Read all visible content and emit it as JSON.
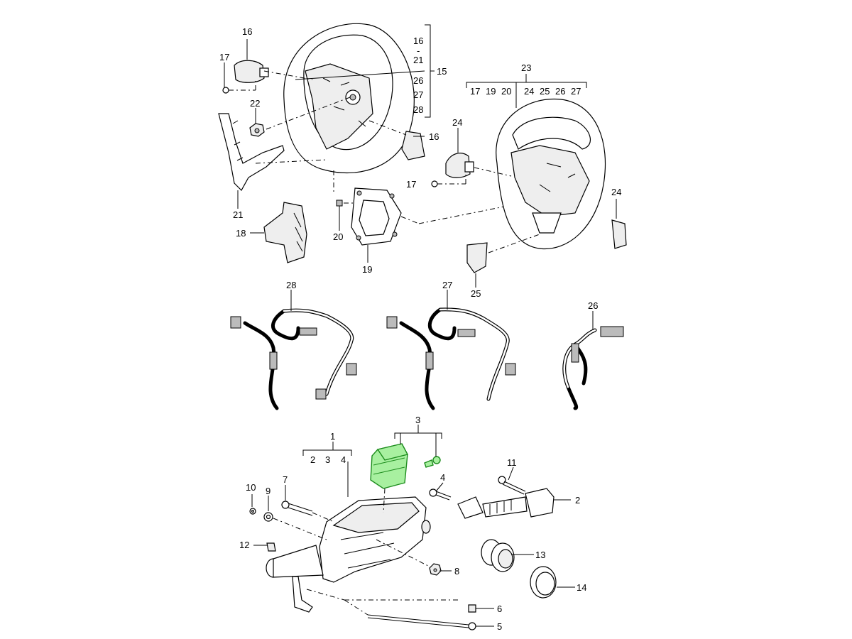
{
  "diagram": {
    "labels": {
      "p16a": "16",
      "p17a": "17",
      "p22": "22",
      "p21": "21",
      "p18": "18",
      "p20": "20",
      "p19": "19",
      "p15": "15",
      "p16b": "16",
      "p24a": "24",
      "p17b": "17",
      "p24b": "24",
      "p25": "25",
      "p23": "23",
      "p28": "28",
      "p27": "27",
      "p26": "26",
      "p1": "1",
      "p3": "3",
      "p7": "7",
      "p10": "10",
      "p9": "9",
      "p12": "12",
      "p4": "4",
      "p11": "11",
      "p2": "2",
      "p13": "13",
      "p14": "14",
      "p8": "8",
      "p6": "6",
      "p5": "5"
    },
    "group15": [
      "16",
      "-",
      "21",
      "26",
      "27",
      "28"
    ],
    "group23": [
      "17",
      "19",
      "20",
      "24",
      "25",
      "26",
      "27"
    ],
    "group1": [
      "2",
      "3",
      "4"
    ],
    "highlight_color": "#a8f0a0"
  }
}
